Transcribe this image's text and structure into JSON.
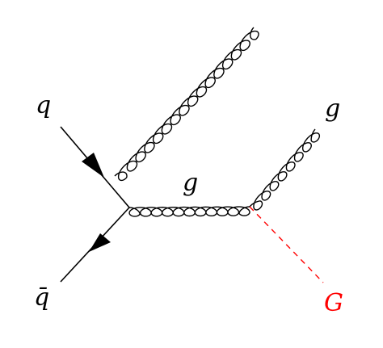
{
  "labels": {
    "quark": "q",
    "antiquark": "q̄",
    "internal_gluon": "g",
    "outgoing_gluon": "g",
    "graviton": "G"
  },
  "colors": {
    "line": "#000000",
    "graviton": "#ff0000"
  }
}
